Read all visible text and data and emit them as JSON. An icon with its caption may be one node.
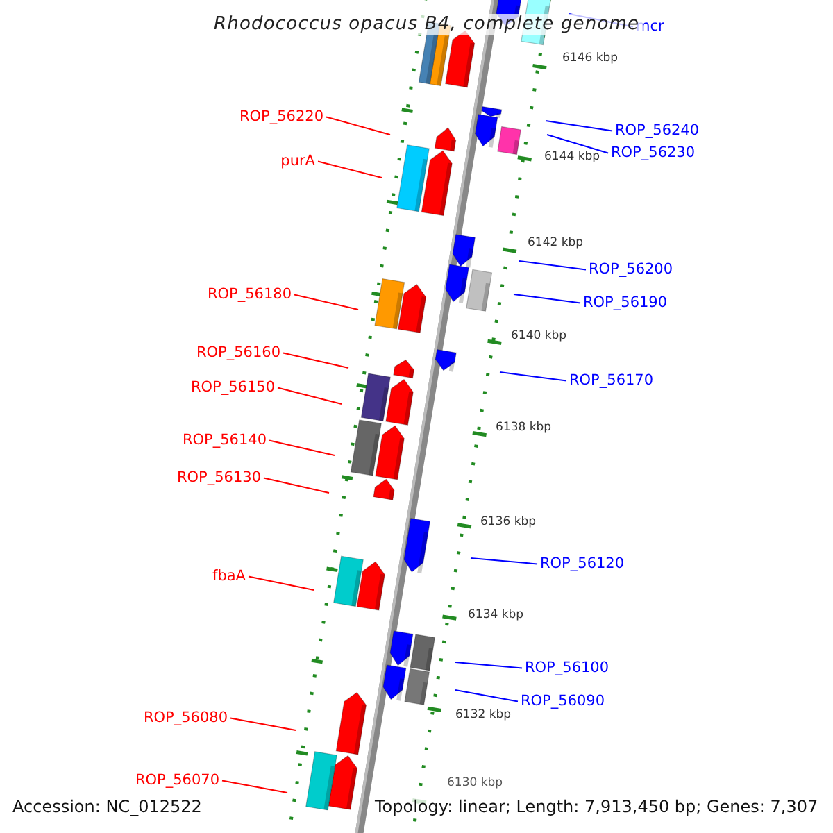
{
  "diagram": {
    "title": "Rhodococcus opacus B4, complete genome",
    "nodes": [
      {
        "text": [
          "mcr"
        ]
      },
      {
        "text": [
          "ROP_56220"
        ]
      },
      {
        "text": [
          "ROP_56240"
        ]
      },
      {
        "text": [
          "ROP_56230"
        ]
      },
      {
        "text": [
          "purA"
        ]
      },
      {
        "text": [
          "ROP_56200"
        ]
      },
      {
        "text": [
          "ROP_56180"
        ]
      },
      {
        "text": [
          "ROP_56190"
        ]
      },
      {
        "text": [
          "ROP_56160"
        ]
      },
      {
        "text": [
          "ROP_56170"
        ]
      },
      {
        "text": [
          "ROP_56150"
        ]
      },
      {
        "text": [
          "ROP_56140"
        ]
      },
      {
        "text": [
          "ROP_56130"
        ]
      },
      {
        "text": [
          "ROP_56120"
        ]
      },
      {
        "text": [
          "fbaA"
        ]
      },
      {
        "text": [
          "ROP_56100"
        ]
      },
      {
        "text": [
          "ROP_56090"
        ]
      },
      {
        "text": [
          "ROP_56080"
        ]
      },
      {
        "text": [
          "ROP_56070"
        ]
      }
    ],
    "edges": [
      {
        "from": 0,
        "to": null,
        "arrow": "none",
        "color": "#0000ff"
      },
      {
        "from": 1,
        "to": null,
        "arrow": "none",
        "color": "#ff0000"
      },
      {
        "from": 2,
        "to": null,
        "arrow": "none",
        "color": "#0000ff"
      },
      {
        "from": 3,
        "to": null,
        "arrow": "none",
        "color": "#0000ff"
      },
      {
        "from": 4,
        "to": null,
        "arrow": "none",
        "color": "#ff0000"
      },
      {
        "from": 5,
        "to": null,
        "arrow": "none",
        "color": "#0000ff"
      },
      {
        "from": 6,
        "to": null,
        "arrow": "none",
        "color": "#ff0000"
      },
      {
        "from": 7,
        "to": null,
        "arrow": "none",
        "color": "#0000ff"
      },
      {
        "from": 8,
        "to": null,
        "arrow": "none",
        "color": "#ff0000"
      },
      {
        "from": 9,
        "to": null,
        "arrow": "none",
        "color": "#0000ff"
      },
      {
        "from": 10,
        "to": null,
        "arrow": "none",
        "color": "#ff0000"
      },
      {
        "from": 11,
        "to": null,
        "arrow": "none",
        "color": "#ff0000"
      },
      {
        "from": 12,
        "to": null,
        "arrow": "none",
        "color": "#ff0000"
      },
      {
        "from": 13,
        "to": null,
        "arrow": "none",
        "color": "#0000ff"
      },
      {
        "from": 14,
        "to": null,
        "arrow": "none",
        "color": "#ff0000"
      },
      {
        "from": 15,
        "to": null,
        "arrow": "none",
        "color": "#0000ff"
      },
      {
        "from": 16,
        "to": null,
        "arrow": "none",
        "color": "#0000ff"
      },
      {
        "from": 17,
        "to": null,
        "arrow": "none",
        "color": "#ff0000"
      },
      {
        "from": 18,
        "to": null,
        "arrow": "none",
        "color": "#ff0000"
      }
    ],
    "labels": [
      "6146 kbp",
      "6144 kbp",
      "6142 kbp",
      "6140 kbp",
      "6138 kbp",
      "6136 kbp",
      "6134 kbp",
      "6132 kbp",
      "6130 kbp",
      "Accession: NC_012522",
      "Topology: linear; Length: 7,913,450 bp; Genes: 7,307"
    ]
  }
}
